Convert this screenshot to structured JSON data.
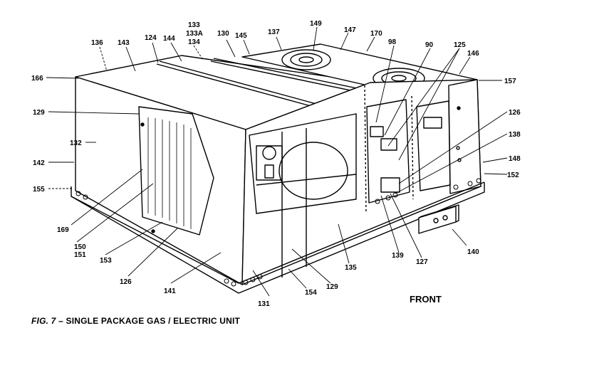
{
  "figure": {
    "fig_label": "FIG. 7 –",
    "title": "SINGLE PACKAGE GAS / ELECTRIC UNIT",
    "front_label": "FRONT"
  },
  "callouts": [
    {
      "id": "c136",
      "text": "136"
    },
    {
      "id": "c143",
      "text": "143"
    },
    {
      "id": "c124",
      "text": "124"
    },
    {
      "id": "c144",
      "text": "144"
    },
    {
      "id": "c133",
      "text": "133"
    },
    {
      "id": "c133a",
      "text": "133A"
    },
    {
      "id": "c134",
      "text": "134"
    },
    {
      "id": "c130",
      "text": "130"
    },
    {
      "id": "c145",
      "text": "145"
    },
    {
      "id": "c137",
      "text": "137"
    },
    {
      "id": "c149",
      "text": "149"
    },
    {
      "id": "c147",
      "text": "147"
    },
    {
      "id": "c170",
      "text": "170"
    },
    {
      "id": "c98",
      "text": "98"
    },
    {
      "id": "c90",
      "text": "90"
    },
    {
      "id": "c125",
      "text": "125"
    },
    {
      "id": "c146",
      "text": "146"
    },
    {
      "id": "c157",
      "text": "157"
    },
    {
      "id": "c166",
      "text": "166"
    },
    {
      "id": "c129a",
      "text": "129"
    },
    {
      "id": "c132",
      "text": "132"
    },
    {
      "id": "c142",
      "text": "142"
    },
    {
      "id": "c155",
      "text": "155"
    },
    {
      "id": "c126a",
      "text": "126"
    },
    {
      "id": "c138",
      "text": "138"
    },
    {
      "id": "c148",
      "text": "148"
    },
    {
      "id": "c152",
      "text": "152"
    },
    {
      "id": "c169",
      "text": "169"
    },
    {
      "id": "c150",
      "text": "150"
    },
    {
      "id": "c151",
      "text": "151"
    },
    {
      "id": "c153",
      "text": "153"
    },
    {
      "id": "c126b",
      "text": "126"
    },
    {
      "id": "c141",
      "text": "141"
    },
    {
      "id": "c131",
      "text": "131"
    },
    {
      "id": "c154",
      "text": "154"
    },
    {
      "id": "c129b",
      "text": "129"
    },
    {
      "id": "c135",
      "text": "135"
    },
    {
      "id": "c139",
      "text": "139"
    },
    {
      "id": "c127",
      "text": "127"
    },
    {
      "id": "c140",
      "text": "140"
    }
  ]
}
